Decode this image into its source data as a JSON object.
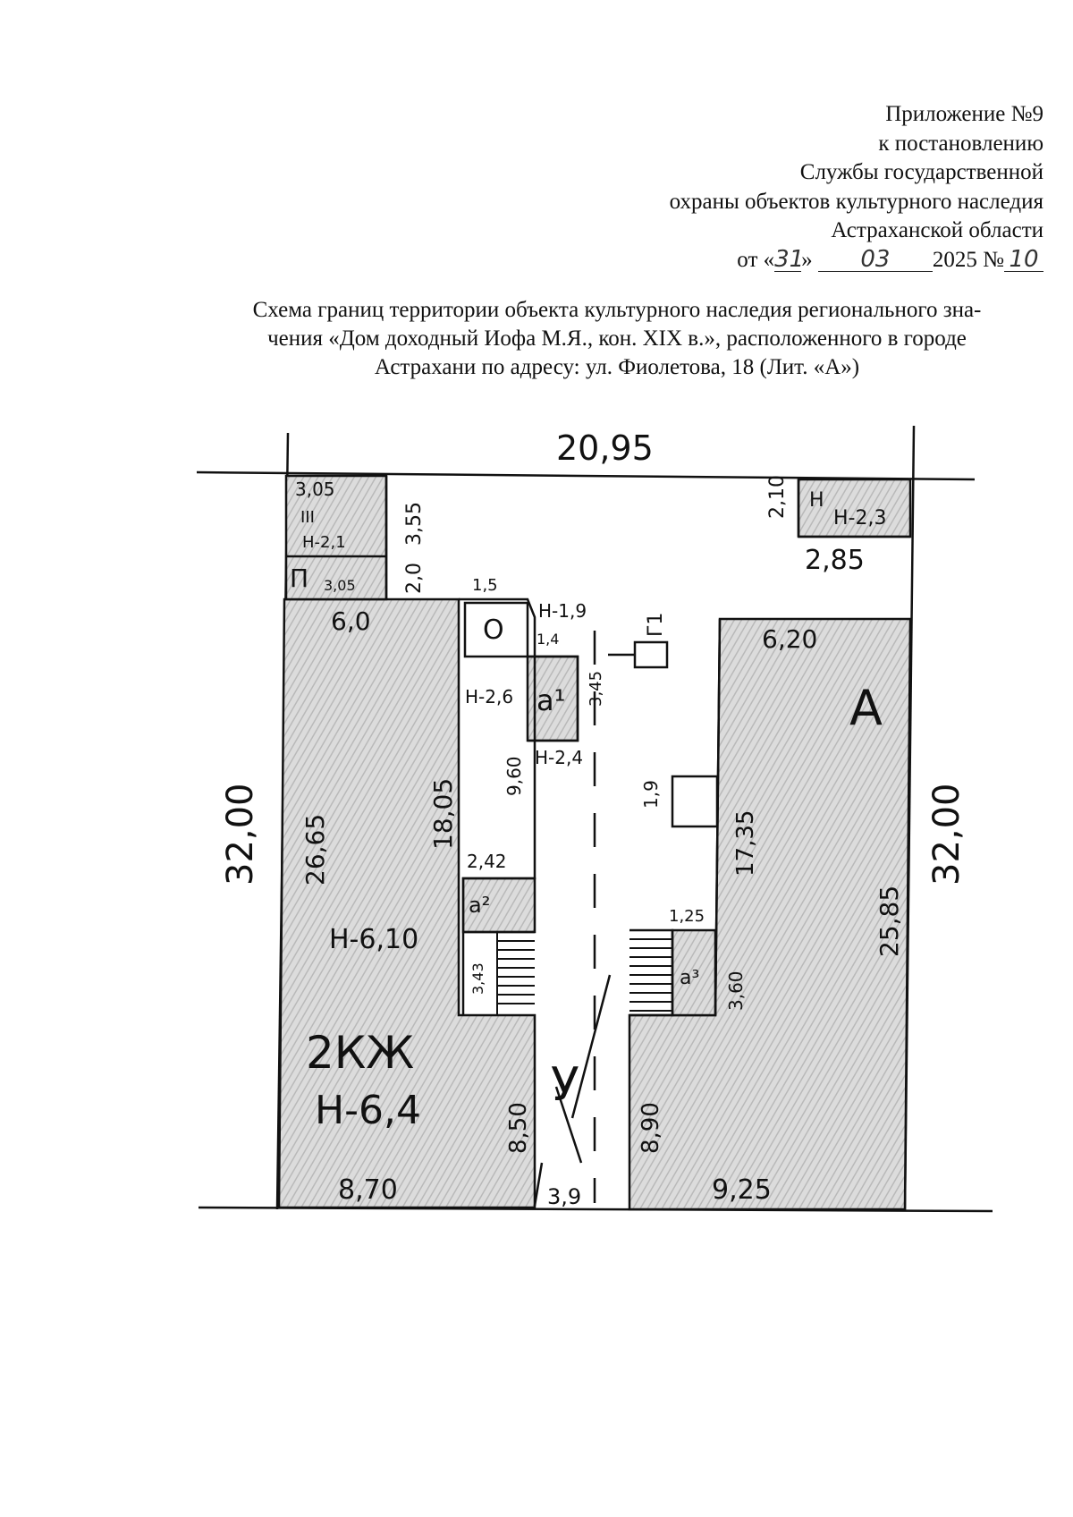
{
  "header": {
    "appendix_lines": [
      "Приложение №9",
      "к постановлению",
      "Службы государственной",
      "охраны объектов культурного наследия",
      "Астраханской области"
    ],
    "date_prefix": "от «",
    "date_day": "31",
    "date_mid": "»",
    "date_month": "03",
    "date_year_no": "2025 №",
    "date_number": "10"
  },
  "title": {
    "lines": [
      "Схема границ территории объекта культурного наследия регионального зна-",
      "чения «Дом доходный Иофа М.Я., кон. XIX в.», расположенного в городе",
      "Астрахани по адресу: ул. Фиолетова, 18 (Лит. «А»)"
    ]
  },
  "plan": {
    "dimensions": {
      "top_width": "20,95",
      "left_height": "32,00",
      "right_height": "32,00",
      "left_block_height": "26,65",
      "left_block_top": "6,0",
      "left_block_bottom": "8,70",
      "right_block_top": "6,20",
      "right_block_height": "25,85",
      "right_block_bottom": "9,25",
      "passage_bottom": "3,9",
      "left_wall_lower": "8,50",
      "right_wall_lower": "8,90",
      "left_courtyard_wall": "18,05",
      "right_courtyard_wall": "17,35",
      "annex_a1_height": "9,60",
      "annex_a1_width": "2,42",
      "small_o_width": "1,5",
      "small_o_depth": "1,4",
      "shed_depth": "2,10",
      "shed_width": "2,85",
      "left_shed_top": "3,05",
      "left_shed_height": "3,55",
      "p_height": "2,0",
      "p_width": "3,05",
      "courtyard_gap": "3,45",
      "small_box_width": "1,9",
      "left_stair_height": "3,43",
      "right_stair_width": "1,25",
      "right_stair_height": "3,60"
    },
    "labels": {
      "main_building": "А",
      "residential_block": "2КЖ",
      "h_main": "Н-6,4",
      "h_left_block": "Н-6,10",
      "h_annex": "Н-2,6",
      "h_annex_2": "Н-2,4",
      "h_o": "Н-1,9",
      "h_shed": "Н-2,3",
      "h_left_shed": "Н-2,1",
      "h_shed_letter": "Н",
      "annex_a1": "а¹",
      "annex_a2": "а²",
      "annex_a3": "а³",
      "letter_o": "О",
      "letter_p": "П",
      "letter_iii": "III",
      "gate": "У",
      "hydrant": "Г1"
    },
    "colors": {
      "ink": "#111111",
      "hatch": "#b9b9b9",
      "hatch_bg": "#dcdcdc"
    }
  }
}
